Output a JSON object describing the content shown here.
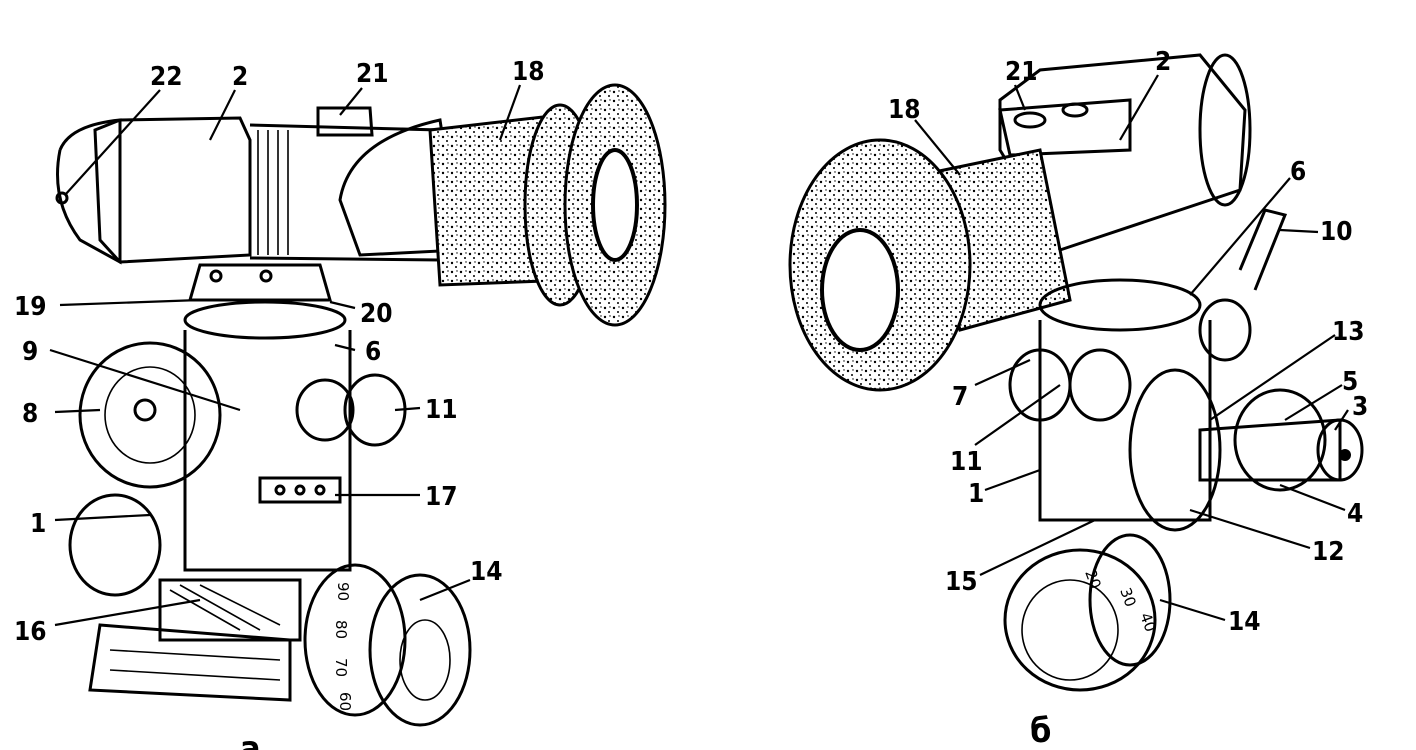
{
  "figure_a": {
    "caption": "а",
    "labels": [
      "22",
      "2",
      "21",
      "18",
      "19",
      "20",
      "9",
      "6",
      "8",
      "11",
      "17",
      "1",
      "14",
      "16"
    ],
    "dial_marks": [
      "90",
      "80",
      "70",
      "60"
    ]
  },
  "figure_b": {
    "caption": "б",
    "labels": [
      "21",
      "2",
      "18",
      "6",
      "10",
      "13",
      "5",
      "3",
      "7",
      "11",
      "1",
      "4",
      "12",
      "15",
      "14"
    ],
    "dial_marks": [
      "20",
      "30",
      "40"
    ]
  }
}
